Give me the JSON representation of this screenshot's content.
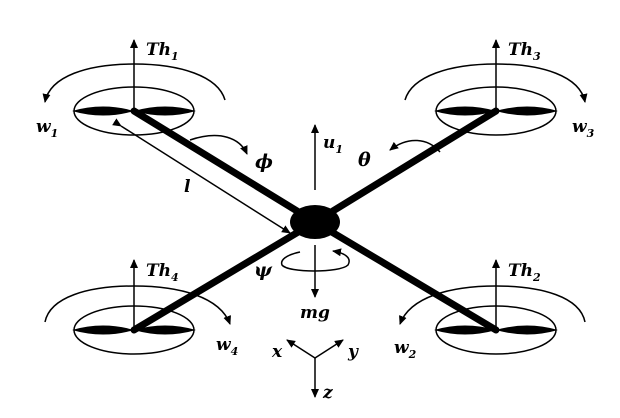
{
  "rotors": [
    {
      "id": "1",
      "thrust_base": "Th",
      "thrust_sub": "1",
      "speed_base": "w",
      "speed_sub": "1"
    },
    {
      "id": "2",
      "thrust_base": "Th",
      "thrust_sub": "2",
      "speed_base": "w",
      "speed_sub": "2"
    },
    {
      "id": "3",
      "thrust_base": "Th",
      "thrust_sub": "3",
      "speed_base": "w",
      "speed_sub": "3"
    },
    {
      "id": "4",
      "thrust_base": "Th",
      "thrust_sub": "4",
      "speed_base": "w",
      "speed_sub": "4"
    }
  ],
  "labels": {
    "arm_length": "l",
    "roll": "ϕ",
    "pitch": "θ",
    "yaw": "ψ",
    "input_base": "u",
    "input_sub": "1",
    "gravity": "mg"
  },
  "axes": {
    "x": "x",
    "y": "y",
    "z": "z"
  }
}
